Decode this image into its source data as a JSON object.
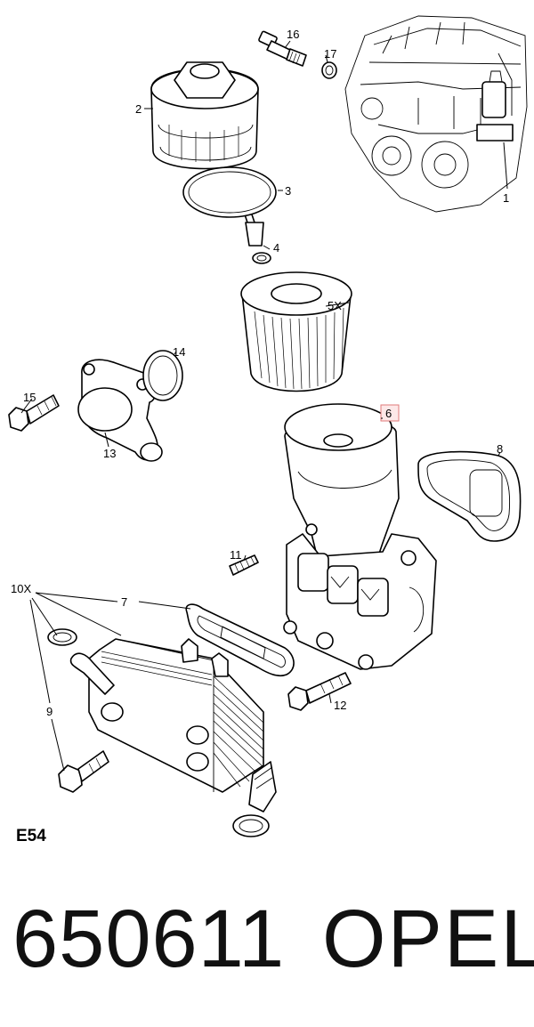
{
  "diagram": {
    "callouts": [
      {
        "id": "c1",
        "label": "1"
      },
      {
        "id": "c2",
        "label": "2"
      },
      {
        "id": "c3",
        "label": "3"
      },
      {
        "id": "c4",
        "label": "4"
      },
      {
        "id": "c5",
        "label": "5X"
      },
      {
        "id": "c6",
        "label": "6",
        "highlighted": true
      },
      {
        "id": "c7",
        "label": "7"
      },
      {
        "id": "c8",
        "label": "8"
      },
      {
        "id": "c9",
        "label": "9"
      },
      {
        "id": "c10",
        "label": "10X"
      },
      {
        "id": "c11",
        "label": "11"
      },
      {
        "id": "c12",
        "label": "12"
      },
      {
        "id": "c13",
        "label": "13"
      },
      {
        "id": "c14",
        "label": "14"
      },
      {
        "id": "c15",
        "label": "15"
      },
      {
        "id": "c16",
        "label": "16"
      },
      {
        "id": "c17",
        "label": "17"
      }
    ],
    "section_code": "E54",
    "highlight_color": "#e07a7a"
  },
  "footer": {
    "part_number": "650611",
    "brand": "OPEL"
  }
}
